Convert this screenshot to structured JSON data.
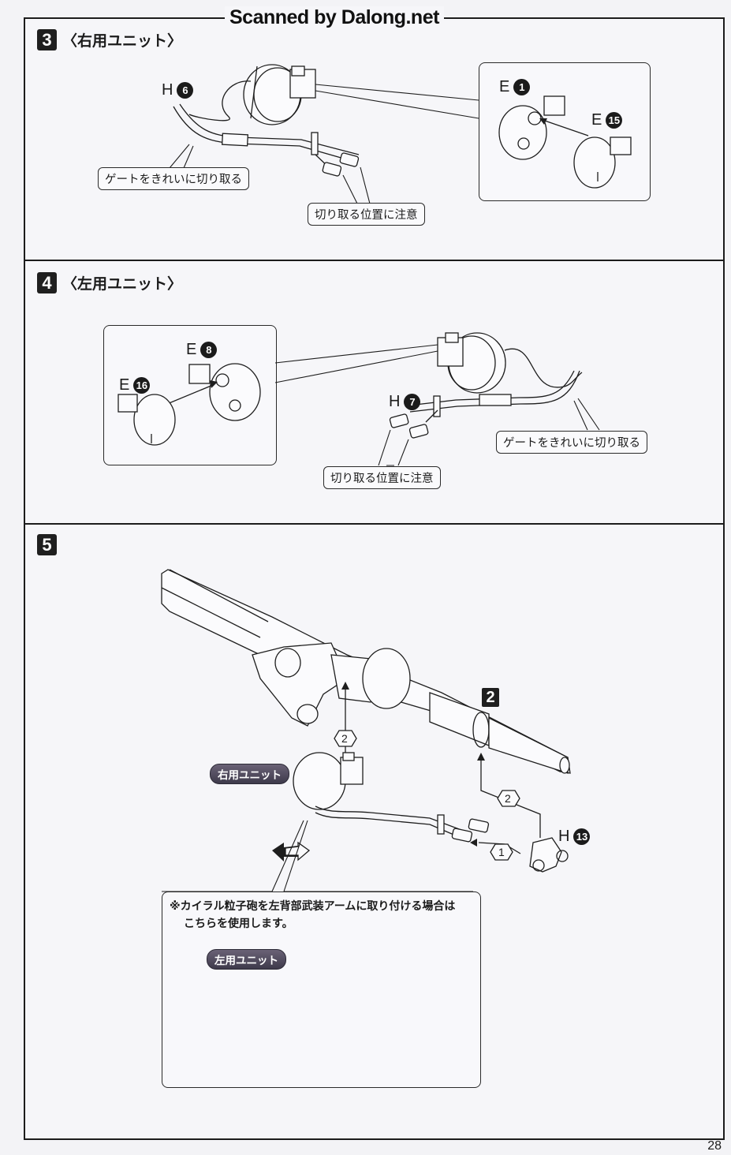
{
  "watermark": "Scanned by Dalong.net",
  "page_number": "28",
  "steps": [
    {
      "number": "3",
      "title": "〈右用ユニット〉",
      "main_part": {
        "runner": "H",
        "number": "6"
      },
      "callouts": [
        "ゲートをきれいに切り取る",
        "切り取る位置に注意"
      ],
      "inset_parts": [
        {
          "runner": "E",
          "number": "1"
        },
        {
          "runner": "E",
          "number": "15"
        }
      ]
    },
    {
      "number": "4",
      "title": "〈左用ユニット〉",
      "main_part": {
        "runner": "H",
        "number": "7"
      },
      "callouts": [
        "ゲートをきれいに切り取る",
        "切り取る位置に注意"
      ],
      "inset_parts": [
        {
          "runner": "E",
          "number": "8"
        },
        {
          "runner": "E",
          "number": "16"
        }
      ]
    },
    {
      "number": "5",
      "ref_step": "2",
      "unit_label_right": "右用ユニット",
      "unit_label_left": "左用ユニット",
      "order_marks": [
        "2",
        "2",
        "1"
      ],
      "part": {
        "runner": "H",
        "number": "13"
      },
      "note_line1": "※カイラル粒子砲を左背部武装アームに取り付ける場合は",
      "note_line2": "こちらを使用します。"
    }
  ],
  "icons": {
    "swap": "swap-arrows-icon",
    "arrow": "assembly-arrow-icon"
  }
}
